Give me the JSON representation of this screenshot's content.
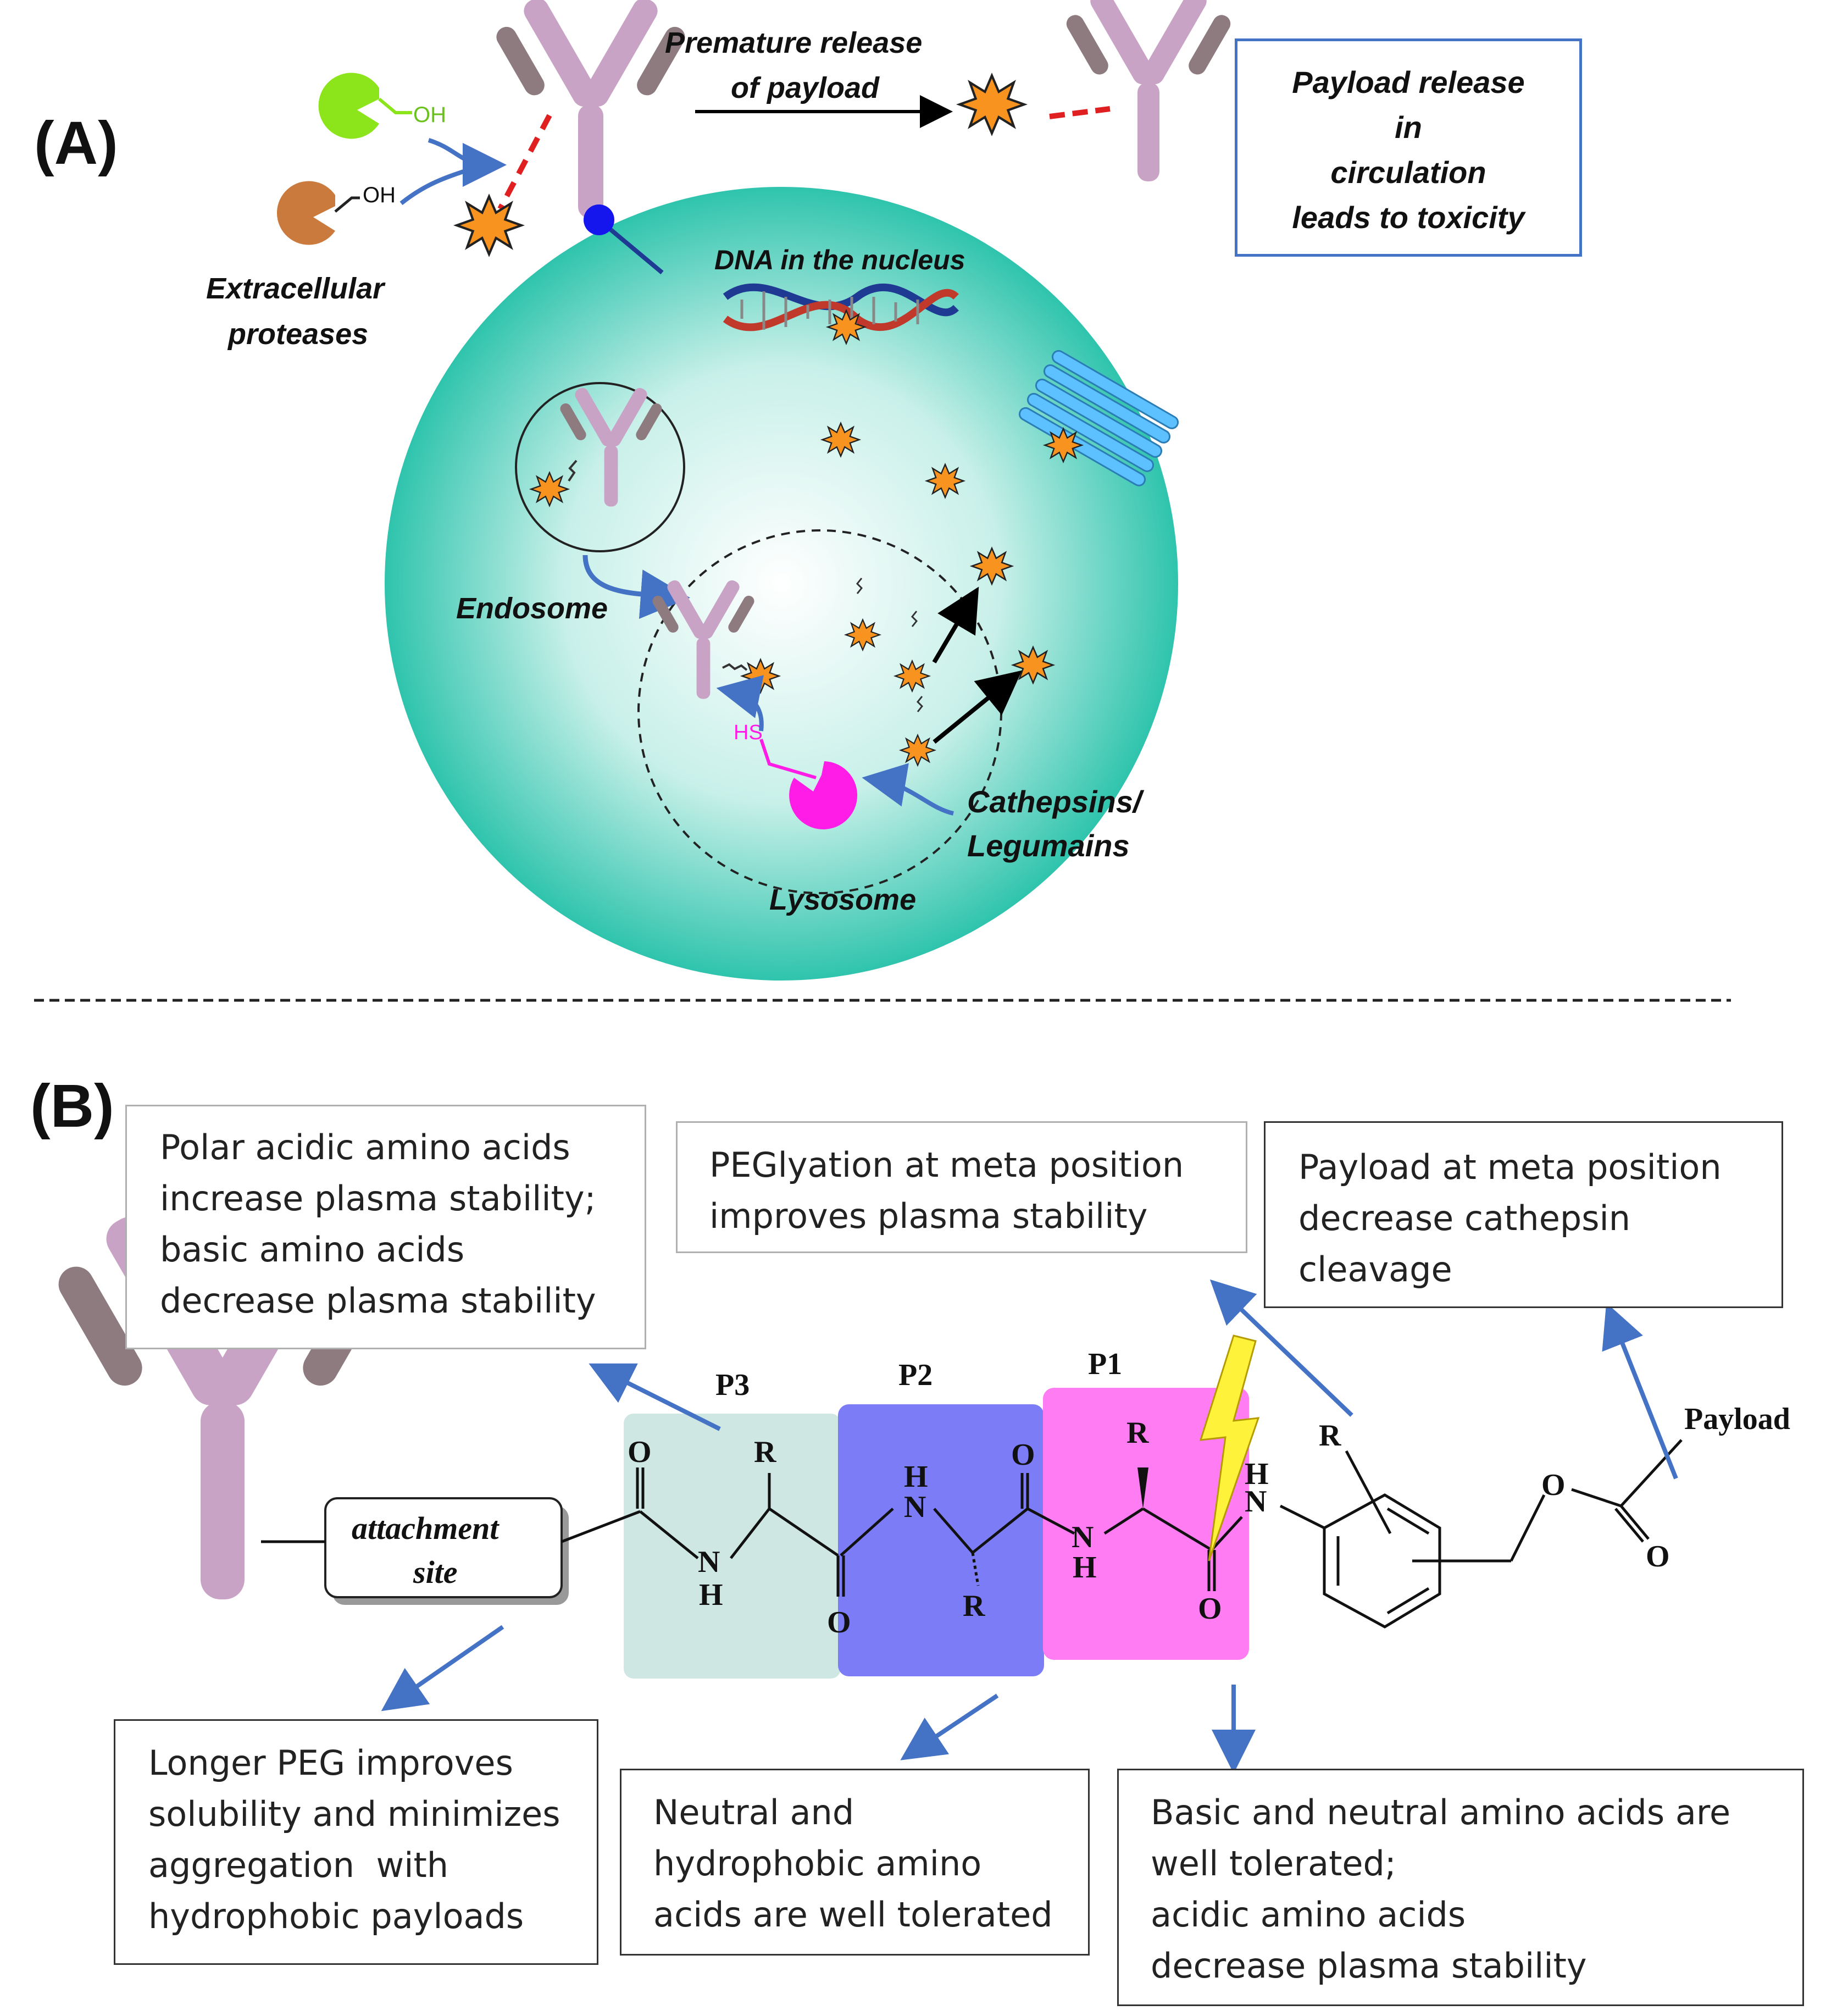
{
  "panelA": {
    "label": "(A)",
    "premature_line1": "Premature release",
    "premature_line2": "of payload",
    "toxicity_lines": [
      "Payload release",
      "in",
      "circulation",
      "leads to toxicity"
    ],
    "oh1": "OH",
    "oh2": "OH",
    "proteases_line1": "Extracellular",
    "proteases_line2": "proteases",
    "dna": "DNA in the nucleus",
    "endosome": "Endosome",
    "hs": "HS",
    "cathepsins_line1": "Cathepsins/",
    "cathepsins_line2": "Legumains",
    "lysosome": "Lysosome"
  },
  "panelB": {
    "label": "(B)",
    "box_polar": [
      "Polar acidic amino acids",
      "increase plasma stability;",
      "basic amino acids",
      "decrease plasma stability"
    ],
    "box_pegylation": [
      "PEGlyation at meta position",
      "improves plasma stability"
    ],
    "box_payload_meta": [
      "Payload at meta position",
      "decrease cathepsin",
      "cleavage"
    ],
    "box_longer_peg": [
      "Longer PEG improves",
      "solubility and minimizes",
      "aggregation  with",
      "hydrophobic payloads"
    ],
    "box_neutral": [
      "Neutral and",
      "hydrophobic amino",
      "acids are well tolerated"
    ],
    "box_basic": [
      "Basic and neutral amino acids are",
      "well tolerated;",
      "acidic amino acids",
      "decrease plasma stability"
    ],
    "attachment_line1": "attachment",
    "attachment_line2": "site",
    "p3": "P3",
    "p2": "P2",
    "p1": "P1",
    "r": "R",
    "o": "O",
    "h": "H",
    "n": "N",
    "payload": "Payload"
  },
  "colors": {
    "antibody_light": "#c9a3c6",
    "antibody_dark": "#8e7b80",
    "cell": "#3fc9b4",
    "payload_star": "#f7931e",
    "arrow_blue": "#4472c4",
    "p3_bg": "#cfe7e2",
    "p2_bg": "#7c7cf7",
    "p1_bg": "#ff7cf2",
    "enzyme_magenta": "#ff1ce6",
    "enzyme_green": "#8be51a",
    "enzyme_orange": "#c97a3c",
    "box_border_blue": "#4472c4"
  }
}
